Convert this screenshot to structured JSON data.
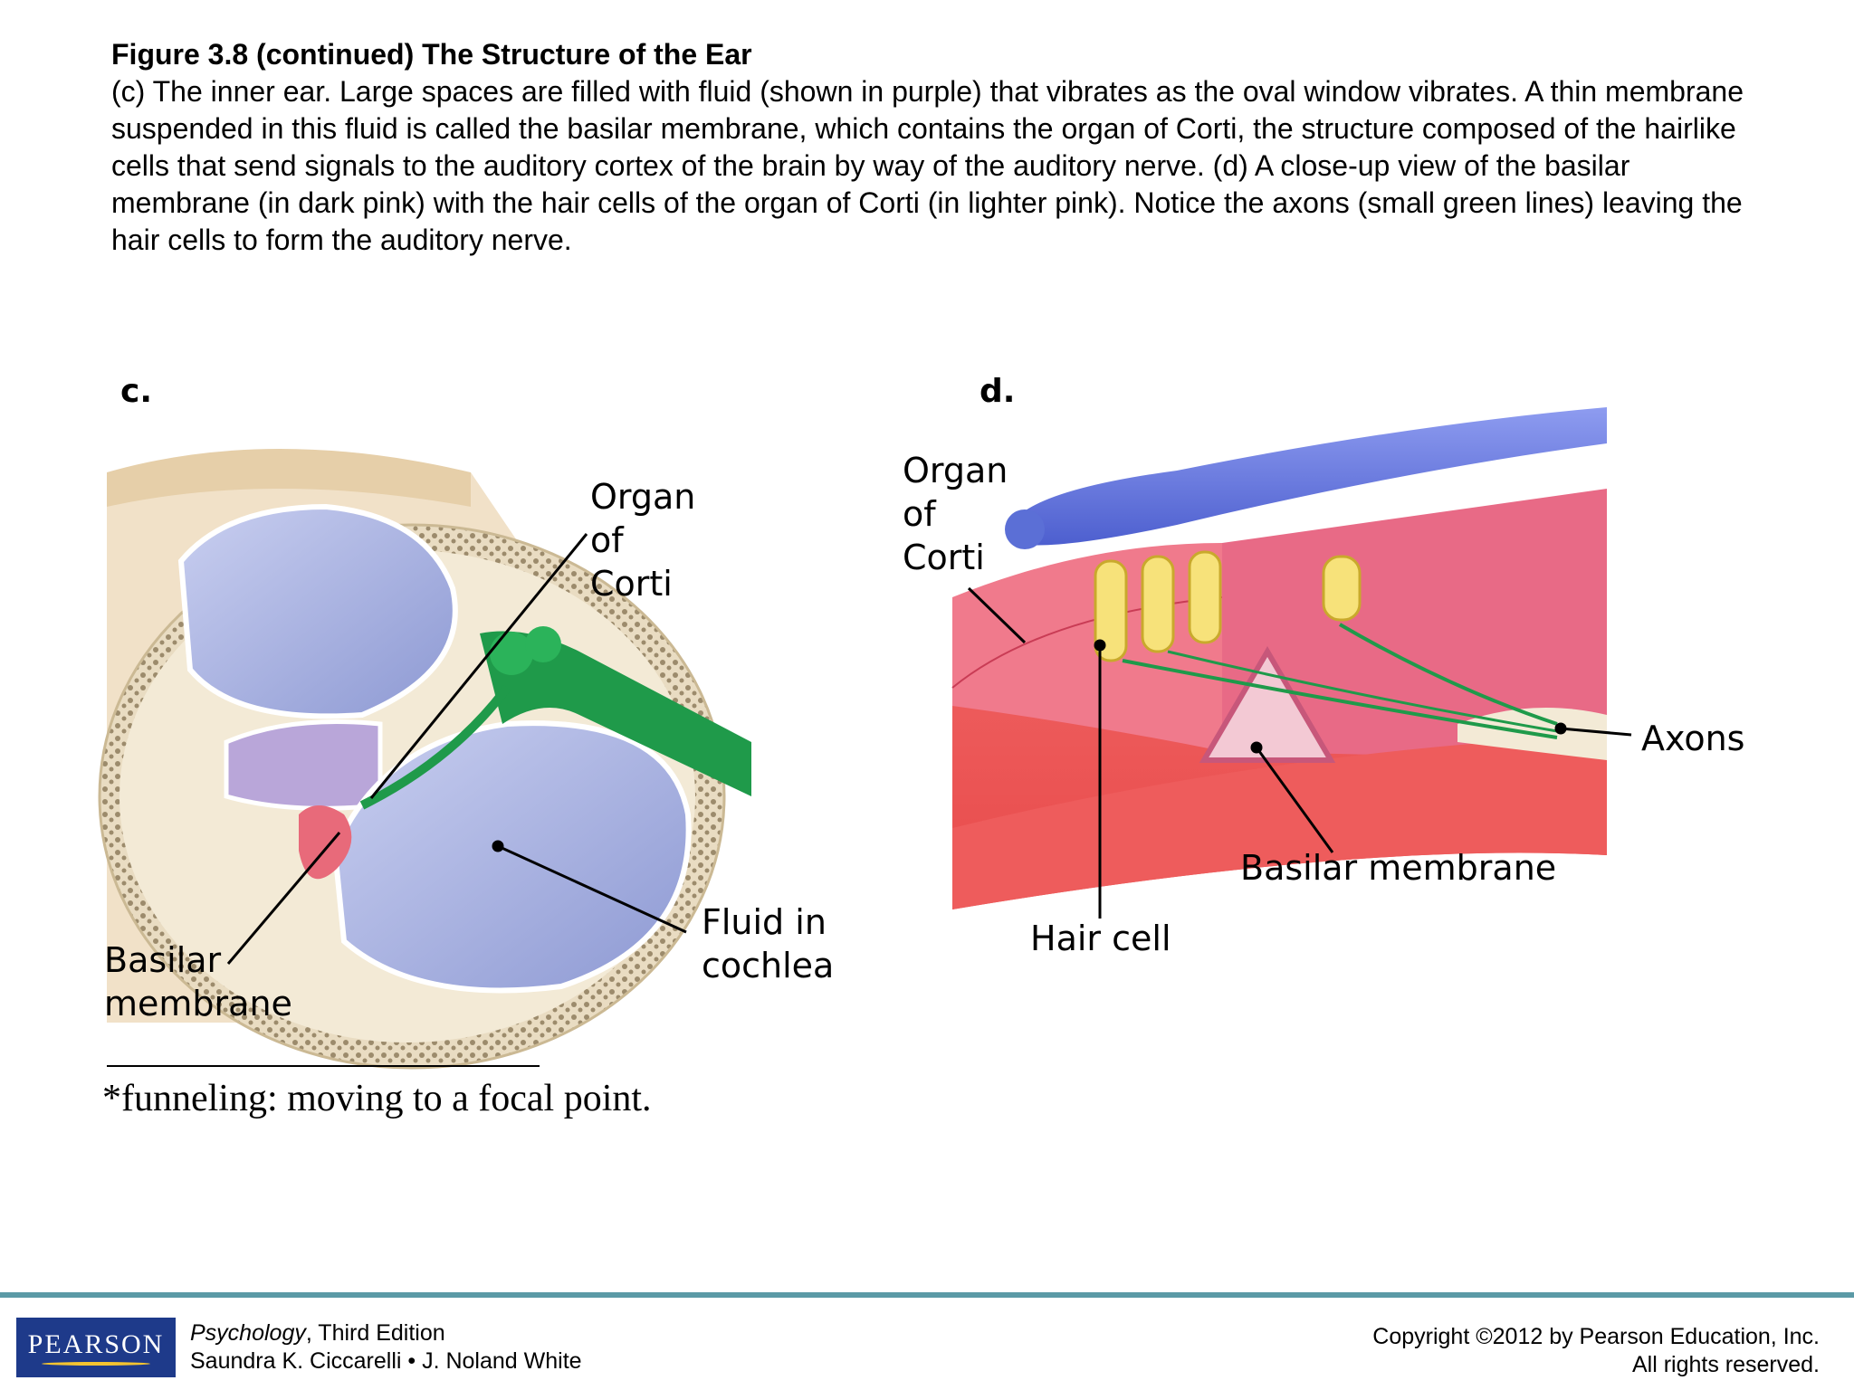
{
  "caption": {
    "title": "Figure 3.8 (continued)   The Structure of the Ear",
    "body": "(c) The inner ear. Large spaces are filled with fluid (shown in purple) that vibrates as the oval window vibrates. A thin membrane suspended in this fluid is called the basilar membrane, which contains the organ of Corti, the structure composed of the hairlike cells that send signals to the auditory cortex of the brain by way of the auditory nerve. (d) A close-up view of the basilar membrane (in dark pink) with the hair cells of the organ of Corti (in lighter pink). Notice the axons (small green lines) leaving the hair cells to form the auditory nerve."
  },
  "panel_c": {
    "letter": "c.",
    "labels": {
      "organ_of_corti": "Organ\nof\nCorti",
      "basilar_membrane": "Basilar\nmembrane",
      "fluid_in_cochlea": "Fluid in\ncochlea"
    }
  },
  "panel_d": {
    "letter": "d.",
    "labels": {
      "organ_of_corti": "Organ\nof\nCorti",
      "axons": "Axons",
      "basilar_membrane": "Basilar membrane",
      "hair_cell": "Hair cell"
    }
  },
  "footnote": "*funneling: moving to a focal point.",
  "footer": {
    "logo": "PEARSON",
    "book_title": "Psychology",
    "book_edition": ", Third Edition",
    "authors": "Saundra K. Ciccarelli • J. Noland White",
    "copyright_line1": "Copyright ©2012 by Pearson Education, Inc.",
    "copyright_line2": "All rights reserved."
  },
  "colors": {
    "fluid": "#a9b4e0",
    "bone": "#e6d9bf",
    "nerve": "#1f9a4a",
    "basilar": "#e84a5a",
    "hair_cell": "#f7e27a",
    "tectorial": "#5b6fd6",
    "accent_bar": "#5b9aa6",
    "logo_bg": "#1e3a8a"
  }
}
